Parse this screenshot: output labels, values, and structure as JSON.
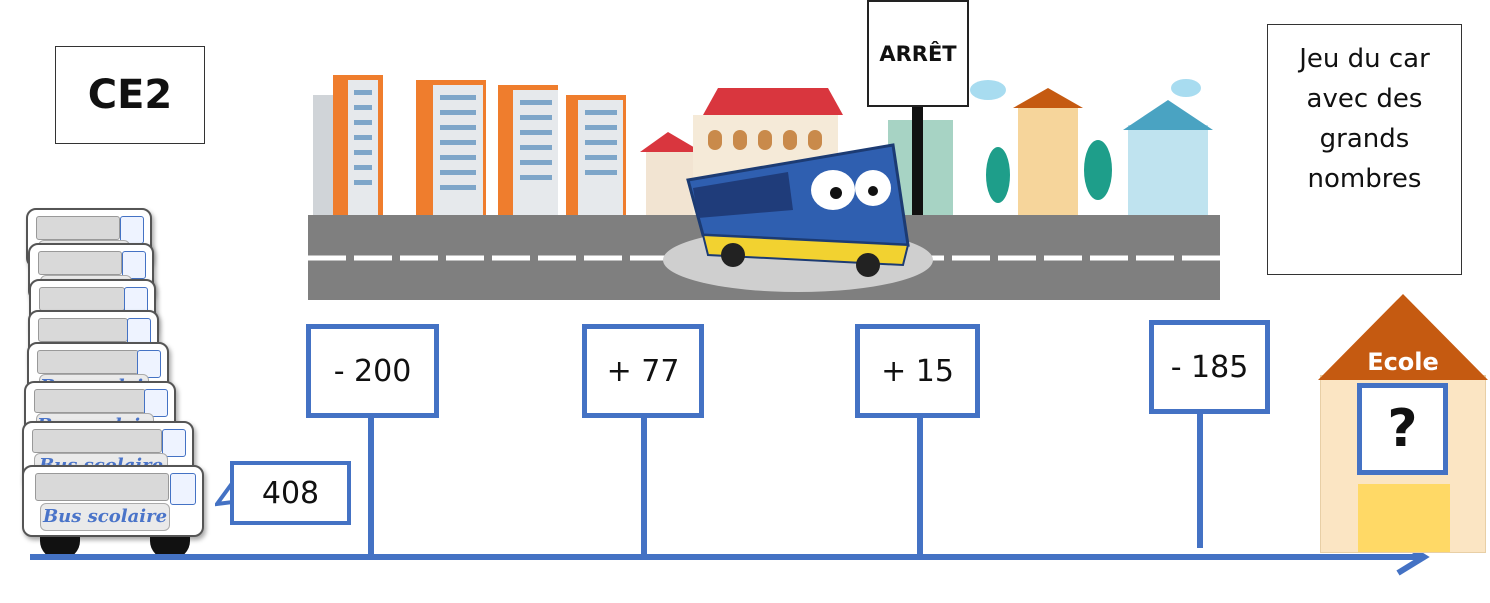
{
  "level_label": "CE2",
  "title_lines": [
    "Jeu du car",
    "avec des",
    "grands",
    "nombres"
  ],
  "stop_sign": "ARRÊT",
  "start_value": "408",
  "steps": [
    "- 200",
    "+ 77",
    "+ 15",
    "- 185"
  ],
  "school": {
    "label": "Ecole",
    "answer": "?"
  },
  "bus_label": "Bus scolaire",
  "colors": {
    "accent": "#4472c4",
    "roof": "#c55a11",
    "wall": "#fbe5c3",
    "door": "#ffd966",
    "road": "#7f7f7f"
  }
}
